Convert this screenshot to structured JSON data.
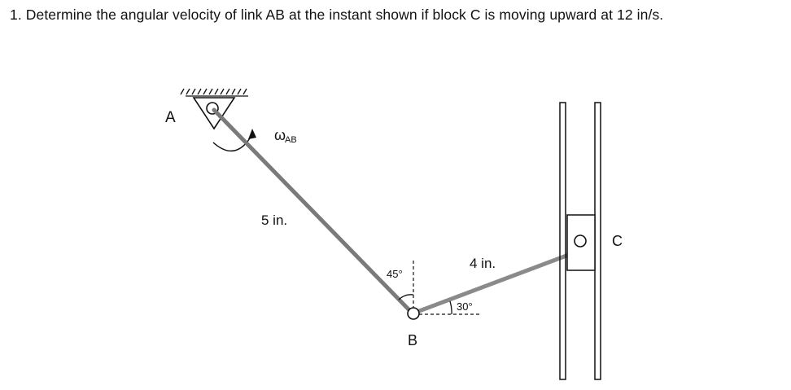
{
  "problem": {
    "text": "1. Determine the angular velocity of link AB at the instant shown if block C is moving upward at 12 in/s."
  },
  "figure": {
    "labels": {
      "point_a": "A",
      "omega": "ω",
      "omega_subscript": "AB",
      "length_ab": "5 in.",
      "angle_b": "45°",
      "point_b": "B",
      "length_bc": "4 in.",
      "angle_bc": "30°",
      "point_c": "C"
    },
    "colors": {
      "link": "#7a7a7a",
      "ink": "#111111"
    }
  }
}
